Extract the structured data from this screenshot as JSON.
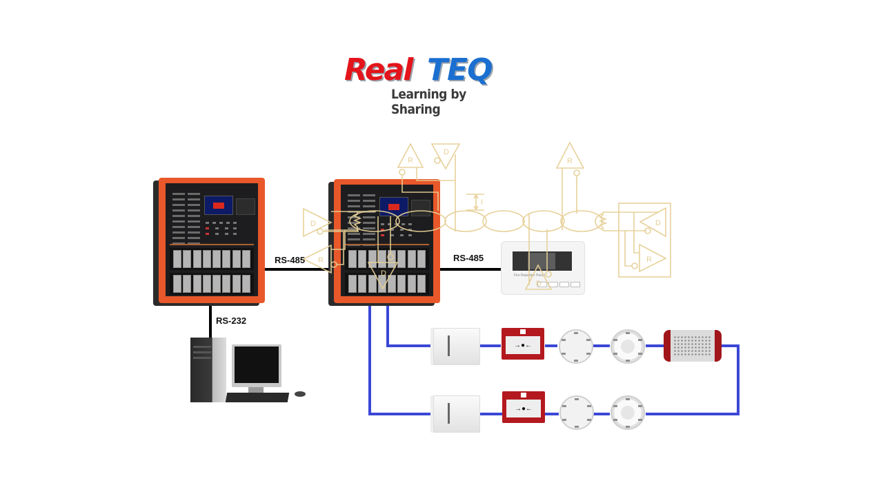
{
  "logo": {
    "brand_part1": "Real",
    "brand_part2": "TEQ",
    "tagline": "Learning by Sharing",
    "colors": {
      "real": "#e3141b",
      "teq": "#1a6fd0",
      "tagline": "#3a3a3a"
    }
  },
  "diagram": {
    "title": "Fire alarm network topology with RS-485 bus overlay",
    "nodes": [
      {
        "id": "panel-1",
        "type": "fire-alarm-control-panel",
        "color": "#e8582a"
      },
      {
        "id": "panel-2",
        "type": "fire-alarm-control-panel",
        "color": "#e8582a"
      },
      {
        "id": "repeater",
        "type": "repeater-panel",
        "caption": "Fire Repeater Panel"
      },
      {
        "id": "computer",
        "type": "pc-workstation"
      }
    ],
    "connections": [
      {
        "from": "panel-1",
        "to": "panel-2",
        "label": "RS-485"
      },
      {
        "from": "panel-2",
        "to": "repeater",
        "label": "RS-485"
      },
      {
        "from": "panel-1",
        "to": "computer",
        "label": "RS-232"
      }
    ],
    "loop": {
      "wire_color": "#3b47d6",
      "row1": [
        "input-output-module",
        "manual-call-point",
        "heat-detector",
        "smoke-detector",
        "sounder"
      ],
      "row2": [
        "input-output-module",
        "manual-call-point",
        "heat-detector",
        "smoke-detector"
      ],
      "call_point_symbol": "→●←"
    },
    "rs485_schematic": {
      "color": "#e6cf95",
      "labels": {
        "driver": "D",
        "receiver": "R",
        "current": "I"
      }
    }
  }
}
